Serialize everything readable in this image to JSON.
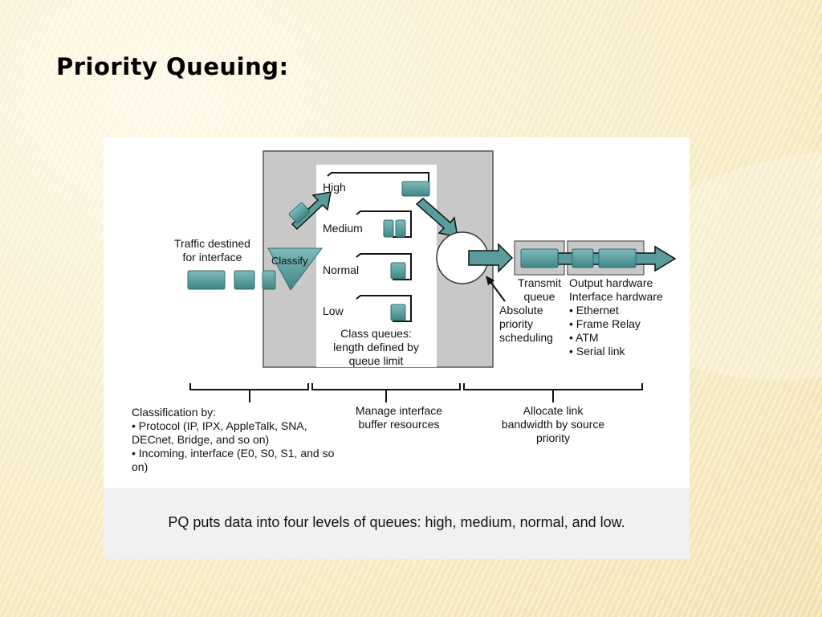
{
  "slide": {
    "title": "Priority Queuing:"
  },
  "diagram": {
    "traffic_label": "Traffic destined\nfor interface",
    "classify_label": "Classify",
    "queues": [
      {
        "label": "High"
      },
      {
        "label": "Medium"
      },
      {
        "label": "Normal"
      },
      {
        "label": "Low"
      }
    ],
    "class_queues_note": "Class queues:\nlength defined by\nqueue limit",
    "transmit_queue_label": "Transmit\nqueue",
    "scheduler_label": "Absolute\npriority\nscheduling",
    "output_hardware": {
      "title": "Output hardware",
      "subtitle": "Interface hardware",
      "items": [
        "• Ethernet",
        "• Frame Relay",
        "• ATM",
        "• Serial link"
      ]
    },
    "sections": {
      "classification": {
        "title": "Classification by:",
        "items": [
          "• Protocol (IP, IPX, AppleTalk, SNA, DECnet, Bridge, and so on)",
          "• Incoming, interface (E0, S0, S1, and so on)"
        ]
      },
      "manage": "Manage interface\nbuffer resources",
      "allocate": "Allocate link\nbandwidth by source\npriority"
    },
    "caption": "PQ puts data into four levels of queues: high, medium, normal, and low.",
    "colors": {
      "packet": "#5a9c9c",
      "packet_dark": "#2f6b6b",
      "panel": "#c8c8c8"
    }
  }
}
